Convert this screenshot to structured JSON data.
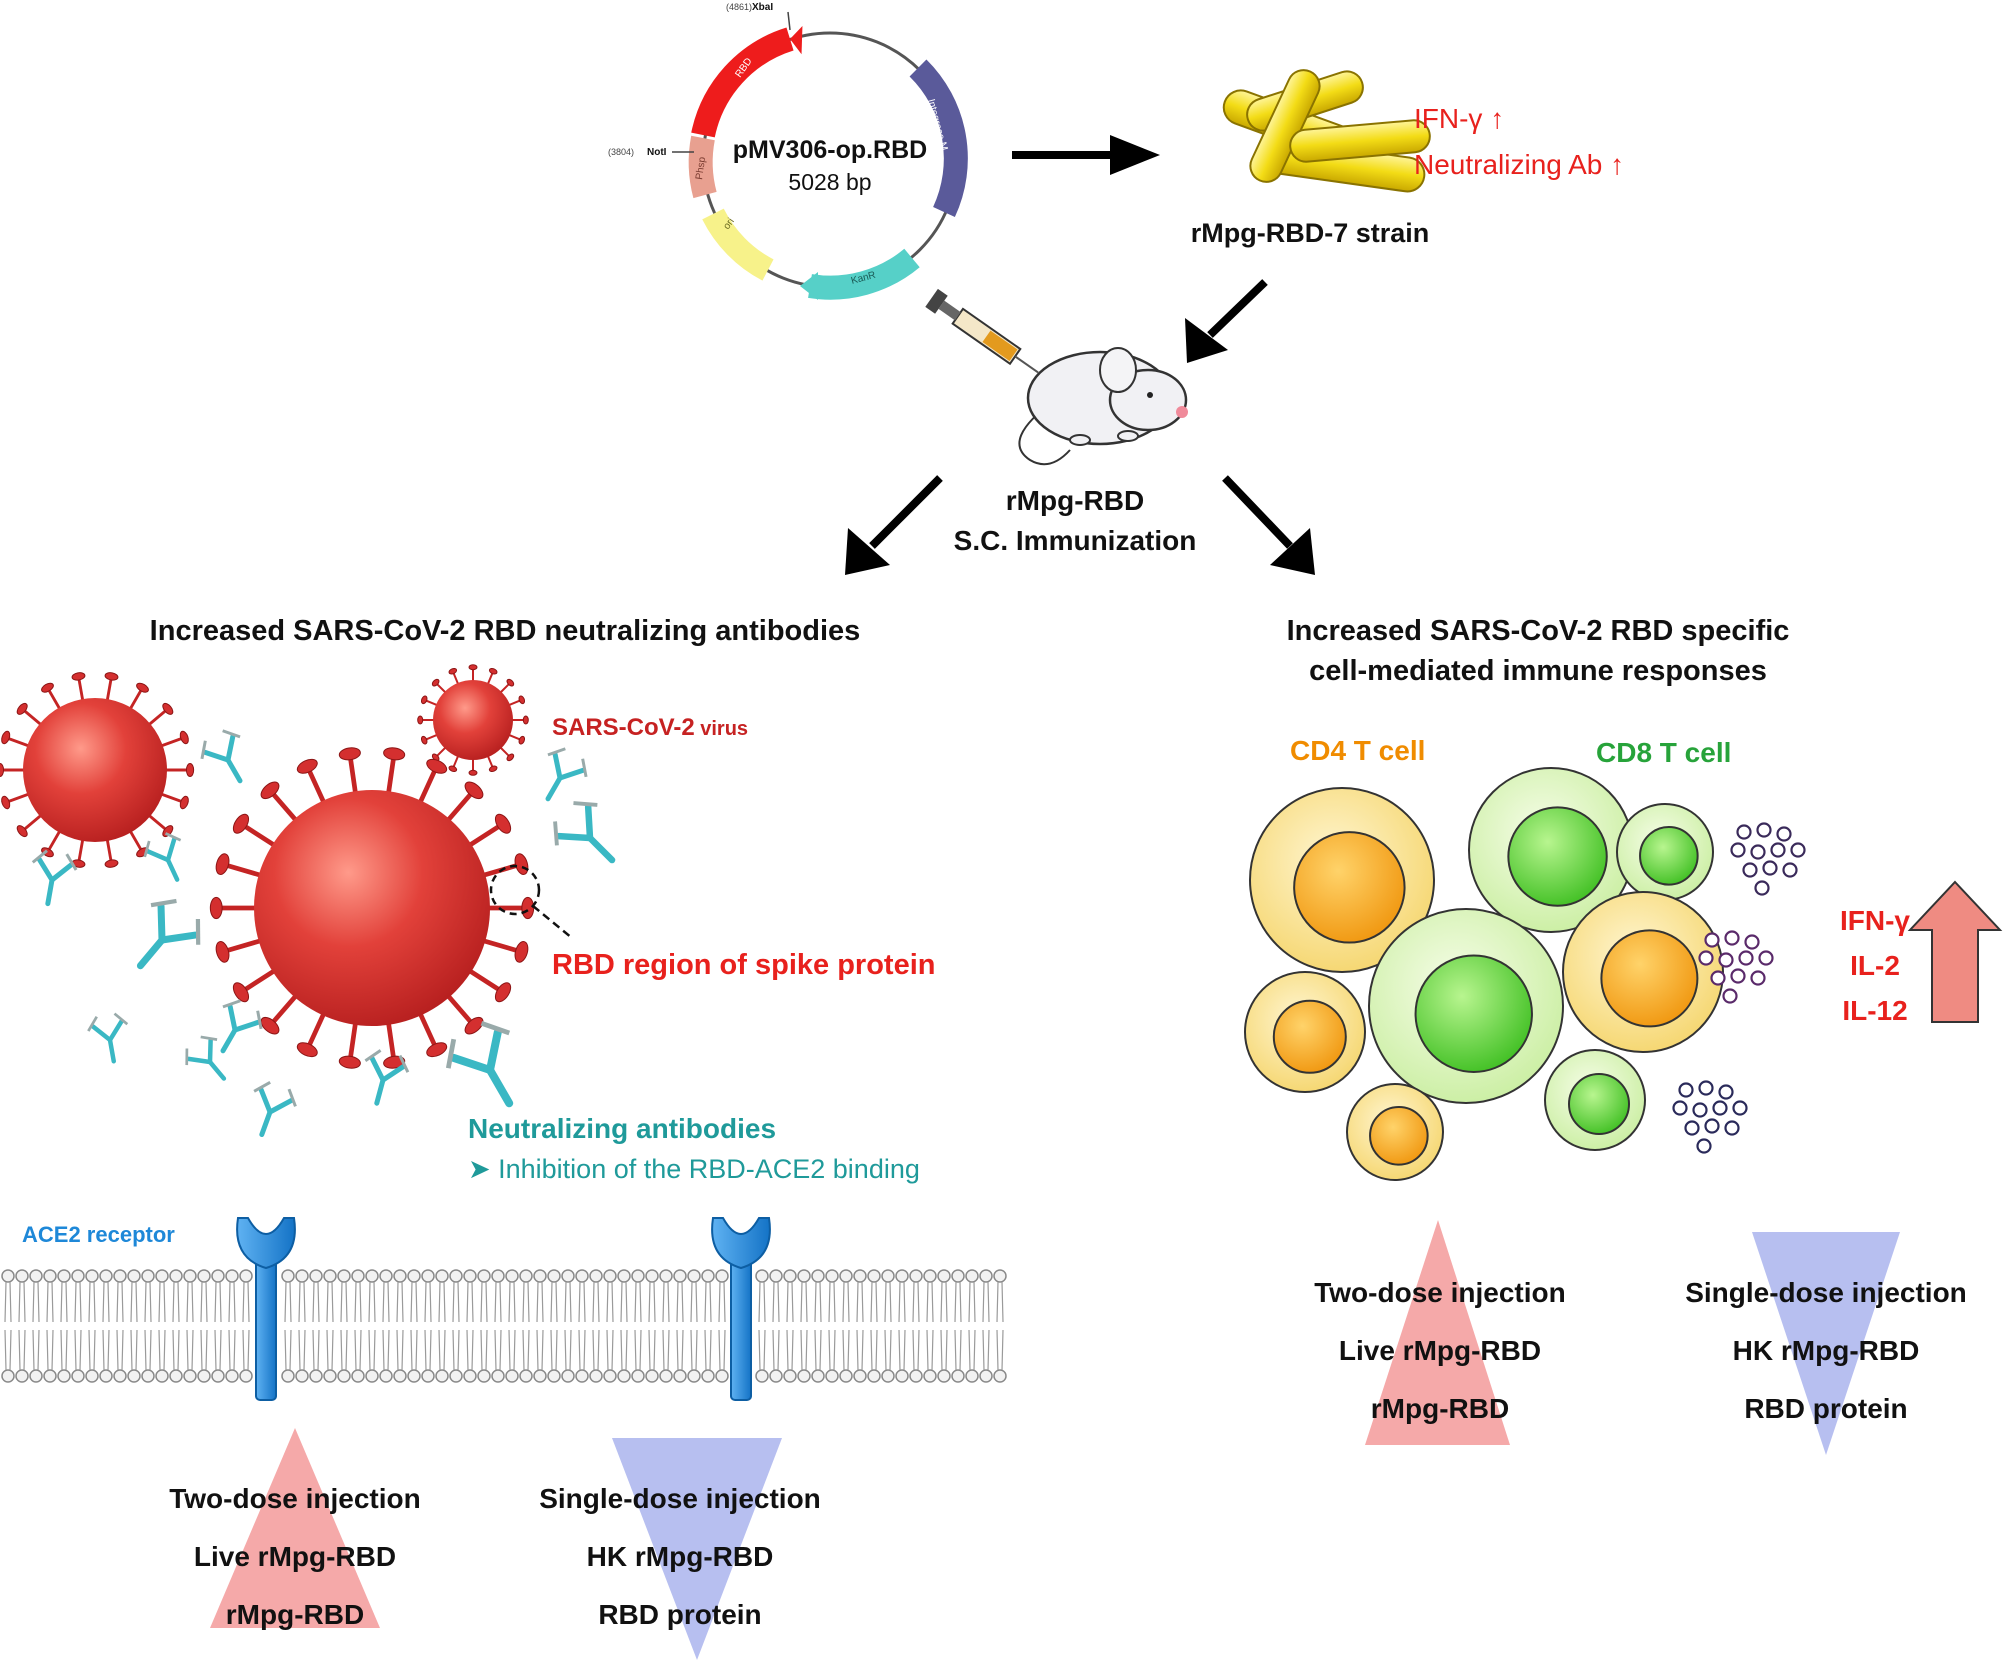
{
  "plasmid": {
    "name": "pMV306-op.RBD",
    "size": "5028 bp",
    "site_top": "XbaI",
    "site_top_pos": "(4861)",
    "site_left": "NotI",
    "site_left_pos": "(3804)",
    "features": {
      "rbd": "RBD",
      "promoter": "Phsp",
      "integrase": "Integrase M",
      "kanr": "KanR",
      "ori": "ori"
    }
  },
  "strain": {
    "label": "rMpg-RBD-7 strain",
    "effect1": "IFN-γ ↑",
    "effect2": "Neutralizing Ab ↑"
  },
  "immunization": {
    "line1": "rMpg-RBD",
    "line2": "S.C. Immunization"
  },
  "left_panel": {
    "title": "Increased SARS-CoV-2 RBD neutralizing antibodies",
    "virus_label_bold": "SARS-CoV-2",
    "virus_label_rest": " virus",
    "rbd_label": "RBD region of spike protein",
    "nab_label": "Neutralizing antibodies",
    "nab_sub": "➤ Inhibition of the RBD-ACE2 binding",
    "ace2_label": "ACE2 receptor",
    "up_list": [
      "Two-dose injection",
      "Live rMpg-RBD",
      "rMpg-RBD"
    ],
    "down_list": [
      "Single-dose injection",
      "HK rMpg-RBD",
      "RBD protein"
    ]
  },
  "right_panel": {
    "title_line1": "Increased SARS-CoV-2 RBD specific",
    "title_line2": "cell-mediated immune responses",
    "cd4_label": "CD4 T cell",
    "cd8_label": "CD8 T cell",
    "cytokines": [
      "IFN-γ",
      "IL-2",
      "IL-12"
    ],
    "up_list": [
      "Two-dose injection",
      "Live rMpg-RBD",
      "rMpg-RBD"
    ],
    "down_list": [
      "Single-dose injection",
      "HK rMpg-RBD",
      "RBD protein"
    ]
  },
  "colors": {
    "virus": "#d42f2f",
    "antibody": "#3ab8c4",
    "ace2": "#1e88d8",
    "cd4_outer": "#fbe6a0",
    "cd4_inner": "#f4a41e",
    "cd8_outer": "#e3f7c2",
    "cd8_inner": "#6fd53a",
    "red_text": "#e8211d",
    "teal_text": "#1f9a9a",
    "orange_text": "#f08c00",
    "green_text": "#27a33a",
    "up_triangle": "#f5a9a9",
    "down_triangle": "#b7bff0",
    "cytokine_arrow": "#ef8b82"
  }
}
